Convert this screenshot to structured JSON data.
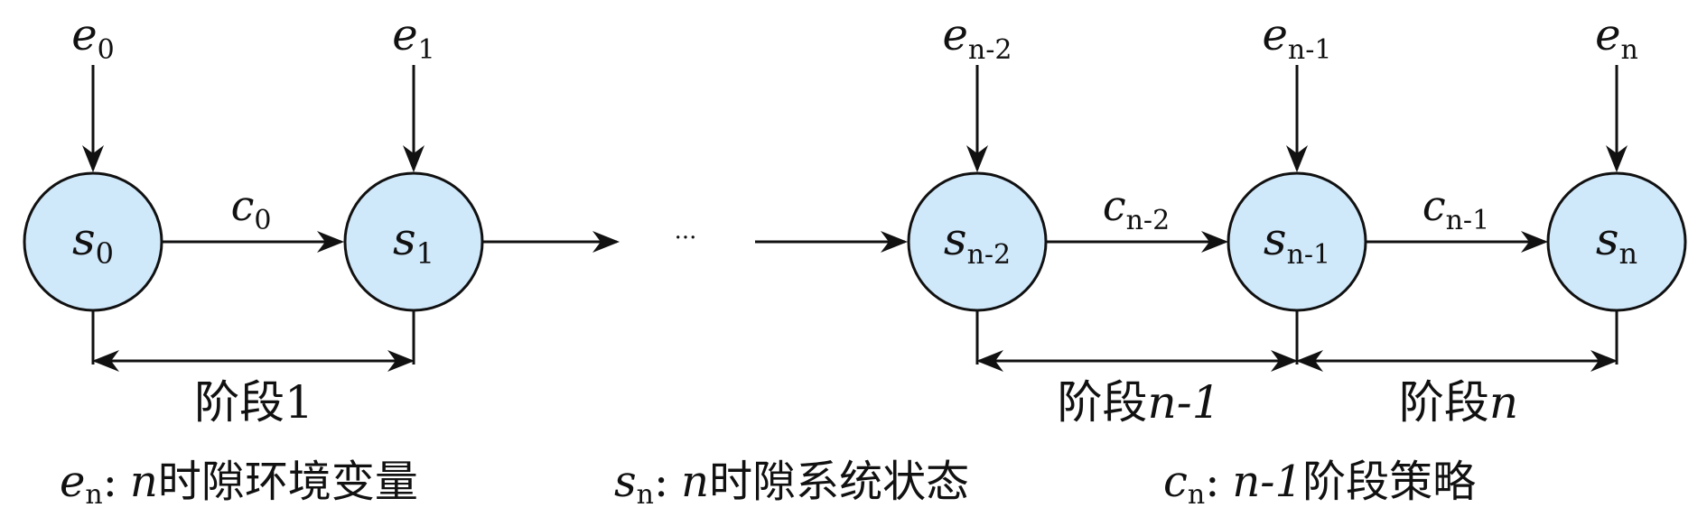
{
  "colors": {
    "node_fill": "#cfe8fa",
    "stroke": "#111111"
  },
  "nodes": [
    {
      "var": "s",
      "sub": "0"
    },
    {
      "var": "s",
      "sub": "1"
    },
    {
      "var": "s",
      "sub": "n-2"
    },
    {
      "var": "s",
      "sub": "n-1"
    },
    {
      "var": "s",
      "sub": "n"
    }
  ],
  "inputs": [
    {
      "var": "e",
      "sub": "0"
    },
    {
      "var": "e",
      "sub": "1"
    },
    {
      "var": "e",
      "sub": "n-2"
    },
    {
      "var": "e",
      "sub": "n-1"
    },
    {
      "var": "e",
      "sub": "n"
    }
  ],
  "edges": [
    {
      "var": "c",
      "sub": "0"
    },
    {
      "var": "c",
      "sub": "n-2"
    },
    {
      "var": "c",
      "sub": "n-1"
    }
  ],
  "ellipsis": "···",
  "stages": [
    {
      "prefix": "阶段",
      "value": "1"
    },
    {
      "prefix": "阶段",
      "value": "n-1"
    },
    {
      "prefix": "阶段",
      "value": "n"
    }
  ],
  "legend": [
    {
      "var": "e",
      "sub": "n",
      "sep": ":",
      "desc_var": "n",
      "desc_text": "时隙环境变量"
    },
    {
      "var": "s",
      "sub": "n",
      "sep": ":",
      "desc_var": "n",
      "desc_text": "时隙系统状态"
    },
    {
      "var": "c",
      "sub": "n",
      "sep": ":",
      "desc_var": "n-1",
      "desc_text": "阶段策略"
    }
  ]
}
